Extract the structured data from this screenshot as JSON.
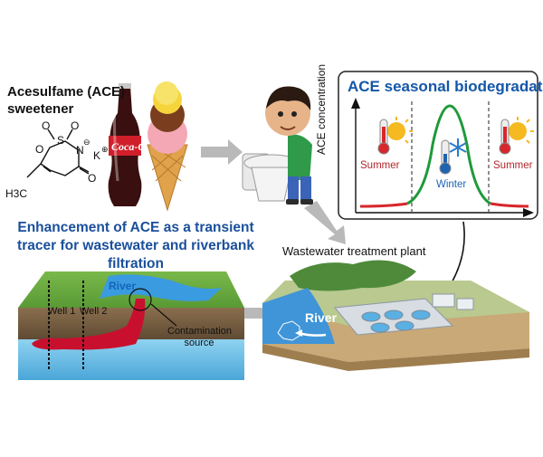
{
  "texts": {
    "ace_title": "Acesulfame (ACE) sweetener",
    "chart_title": "ACE seasonal biodegradation",
    "headline": "Enhancement of ACE as a transient tracer for wastewater and riverbank filtration",
    "wwtp_label": "Wastewater treatment plant",
    "y_axis_label": "ACE concentration",
    "season_summer_left": "Summer",
    "season_winter": "Winter",
    "season_summer_right": "Summer",
    "river_small": "River",
    "well_1": "Well 1",
    "well_2": "Well 2",
    "contamination": "Contamination source",
    "river_big": "River",
    "cola_label": "Coca-Cola",
    "molecule": {
      "h3c": "H3C",
      "o_ring": "O",
      "s": "S",
      "o_top_left": "O",
      "o_top_right": "O",
      "n": "N",
      "minus": "⊖",
      "k": "K",
      "plus": "⊕",
      "o_bottom": "O"
    }
  },
  "colors": {
    "title_blue": "#1457a8",
    "curve_red": "#d8262c",
    "curve_green": "#1e9a3a",
    "arrow_gray": "#b9b9b9",
    "river_blue": "#3a9be0",
    "plume_red": "#c8102e"
  },
  "icons": [
    "thermometer-sun-icon",
    "thermometer-snowflake-icon",
    "cola-bottle-icon",
    "ice-cream-icon",
    "toilet-icon"
  ],
  "chart_data": {
    "type": "line",
    "title": "ACE seasonal biodegradation",
    "xlabel": "",
    "ylabel": "ACE concentration",
    "categories": [
      "Summer",
      "Winter",
      "Summer"
    ],
    "note": "qualitative curve, no numeric scale shown"
  }
}
